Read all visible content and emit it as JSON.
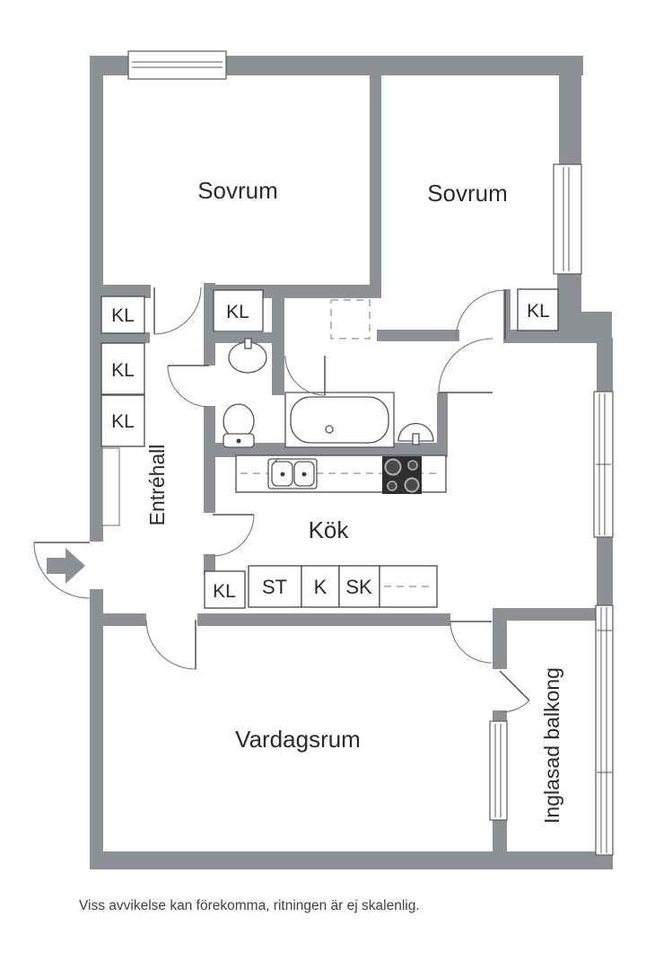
{
  "labels": {
    "bedroom1": "Sovrum",
    "bedroom2": "Sovrum",
    "hall": "Entréhall",
    "kitchen": "Kök",
    "living_room": "Vardagsrum",
    "balcony": "Inglasad balkong",
    "closet": "KL",
    "unit_st": "ST",
    "unit_k": "K",
    "unit_sk": "SK"
  },
  "footer": {
    "disclaimer": "Viss avvikelse kan förekomma, ritningen är ej skalenlig."
  },
  "colors": {
    "wall": "#8d9196",
    "line": "#4f5256",
    "text": "#2a2a2a",
    "background": "#ffffff"
  }
}
